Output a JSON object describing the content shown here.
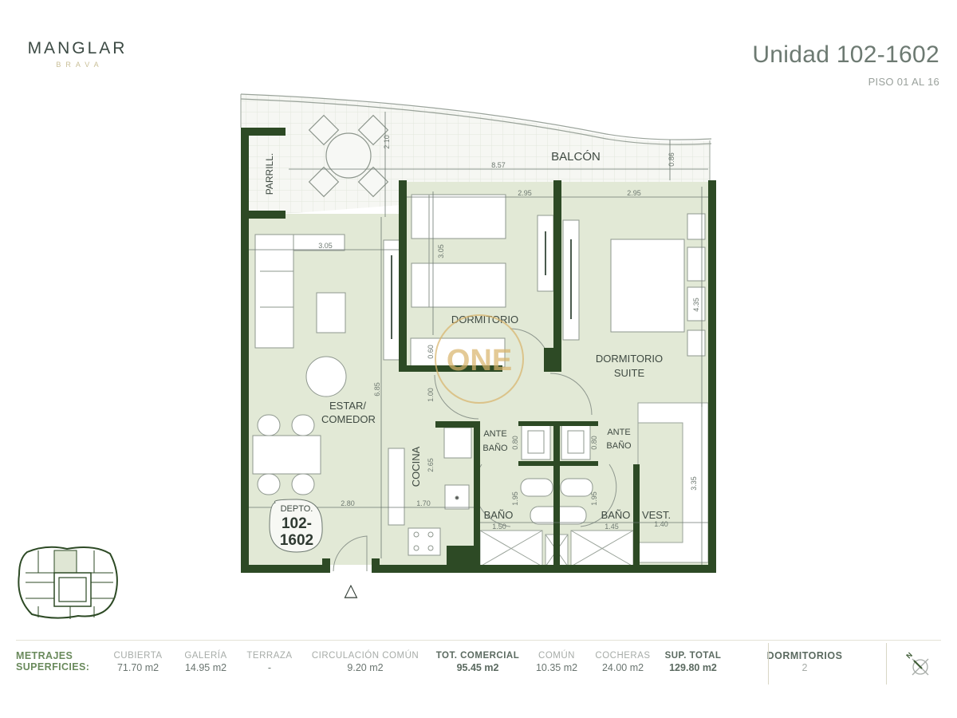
{
  "brand": {
    "name": "MANGLAR",
    "sub": "BRAVA"
  },
  "header": {
    "unit_title": "Unidad 102-1602",
    "floor_range": "PISO 01 AL 16"
  },
  "colors": {
    "wall": "#2d4a25",
    "floor": "#e2e9d6",
    "balcony": "#f6f7f3",
    "grid": "#e6e9e1",
    "text": "#3f4a42",
    "watermark": "#d9b46a",
    "accent_green": "#6a8a5c"
  },
  "plan": {
    "rooms": {
      "balcony": "BALCÓN",
      "grill": "PARRILL.",
      "living": [
        "ESTAR/",
        "COMEDOR"
      ],
      "bedroom": "DORMITORIO",
      "suite": [
        "DORMITORIO",
        "SUITE"
      ],
      "kitchen": "COCINA",
      "ante_bath_left": [
        "ANTE",
        "BAÑO"
      ],
      "ante_bath_right": [
        "ANTE",
        "BAÑO"
      ],
      "bath_left": "BAÑO",
      "bath_right": "BAÑO",
      "closet": "VEST."
    },
    "unit_badge": {
      "label": "DEPTO.",
      "line1": "102-",
      "line2": "1602"
    },
    "dimensions": {
      "balcony_width": "8.57",
      "balcony_depth_left": "2.10",
      "balcony_depth_right": "0.86",
      "bedroom_width": "2.95",
      "suite_width": "2.95",
      "living_width": "3.05",
      "bedroom_depth": "3.05",
      "suite_depth": "4.35",
      "closet_depth": "0.60",
      "hall_width": "1.00",
      "living_depth": "6.85",
      "kitchen_depth": "2.65",
      "dining_width": "2.80",
      "kitchen_width": "1.70",
      "ante_left": "0.80",
      "ante_right": "0.80",
      "bath_left_depth": "1.95",
      "bath_right_depth": "1.95",
      "bath_left_width": "1.50",
      "bath_right_width": "1.45",
      "closet_width": "1.40",
      "closet_length": "3.35"
    },
    "watermark": "ONE",
    "entry_marker": "△"
  },
  "metrics": {
    "label_line1": "METRAJES",
    "label_line2": "SUPERFICIES:",
    "columns": [
      {
        "header": "CUBIERTA",
        "value": "71.70 m2",
        "bold": false
      },
      {
        "header": "GALERÍA",
        "value": "14.95 m2",
        "bold": false
      },
      {
        "header": "TERRAZA",
        "value": "-",
        "bold": false
      },
      {
        "header": "CIRCULACIÓN COMÚN",
        "value": "9.20 m2",
        "bold": false
      },
      {
        "header": "TOT. COMERCIAL",
        "value": "95.45 m2",
        "bold": true
      },
      {
        "header": "COMÚN",
        "value": "10.35 m2",
        "bold": false
      },
      {
        "header": "COCHERAS",
        "value": "24.00 m2",
        "bold": false
      },
      {
        "header": "SUP. TOTAL",
        "value": "129.80 m2",
        "bold": true
      }
    ],
    "bedrooms": {
      "header": "DORMITORIOS",
      "value": "2"
    },
    "compass": {
      "label": "N",
      "icon": "compass-north-icon"
    }
  }
}
